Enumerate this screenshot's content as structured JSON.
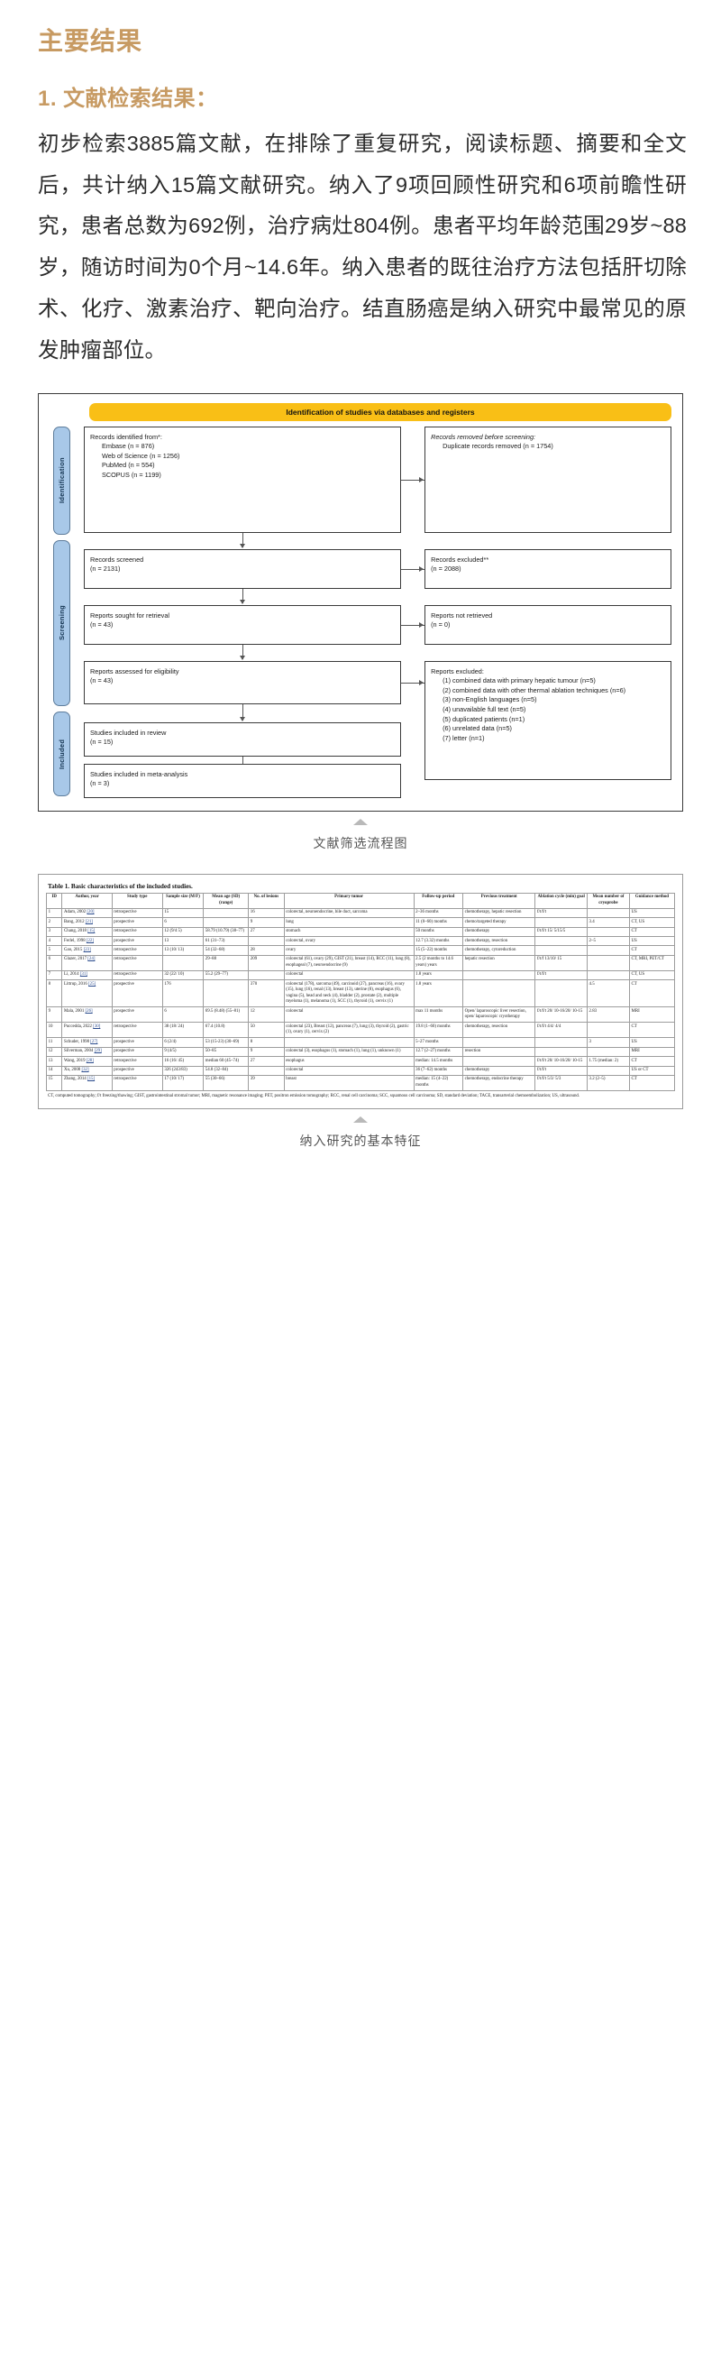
{
  "headings": {
    "main": "主要结果",
    "section1": "1. 文献检索结果："
  },
  "paragraphs": {
    "p1": "初步检索3885篇文献，在排除了重复研究，阅读标题、摘要和全文后，共计纳入15篇文献研究。纳入了9项回顾性研究和6项前瞻性研究，患者总数为692例，治疗病灶804例。患者平均年龄范围29岁~88岁，随访时间为0个月~14.6年。纳入患者的既往治疗方法包括肝切除术、化疗、激素治疗、靶向治疗。结直肠癌是纳入研究中最常见的原发肿瘤部位。"
  },
  "figures": {
    "prisma_caption": "文献筛选流程图",
    "table_caption": "纳入研究的基本特征"
  },
  "prisma": {
    "banner": "Identification of studies via databases and registers",
    "side_labels": {
      "identification": "Identification",
      "screening": "Screening",
      "included": "Included"
    },
    "boxes": {
      "records_identified": {
        "title": "Records identified from*:",
        "items": [
          "Embase (n = 876)",
          "Web of Science (n = 1256)",
          "PubMed (n = 554)",
          "SCOPUS (n = 1199)"
        ]
      },
      "records_removed": {
        "title": "Records removed before screening:",
        "items": [
          "Duplicate records removed (n = 1754)"
        ]
      },
      "records_screened": {
        "title": "Records screened",
        "n": "(n = 2131)"
      },
      "records_excluded": {
        "title": "Records excluded**",
        "n": "(n = 2088)"
      },
      "reports_sought": {
        "title": "Reports sought for retrieval",
        "n": "(n = 43)"
      },
      "reports_not_retrieved": {
        "title": "Reports not retrieved",
        "n": "(n = 0)"
      },
      "reports_assessed": {
        "title": "Reports assessed for eligibility",
        "n": "(n = 43)"
      },
      "reports_excluded": {
        "title": "Reports excluded:",
        "items": [
          "(1) combined data with primary hepatic tumour (n=5)",
          "(2) combined data with other thermal ablation techniques (n=6)",
          "(3) non-English languages (n=5)",
          "(4) unavailable full text (n=5)",
          "(5) duplicated patients (n=1)",
          "(6) unrelated data (n=5)",
          "(7) letter (n=1)"
        ]
      },
      "studies_included_review": {
        "title": "Studies included in review",
        "n": "(n = 15)"
      },
      "studies_included_meta": {
        "title": "Studies included in meta-analysis",
        "n": "(n = 3)"
      }
    }
  },
  "table": {
    "title": "Table 1. Basic characteristics of the included studies.",
    "columns": [
      "ID",
      "Author, year",
      "Study type",
      "Sample size (M/F)",
      "Mean age (SD) (range)",
      "No. of lesions",
      "Primary tumor",
      "Follow-up period",
      "Previous treatment",
      "Ablation cycle (min) goal",
      "Mean number of cryoprobe",
      "Guidance method"
    ],
    "rows": [
      [
        "1",
        "Adam, 2002 [20]",
        "retrospective",
        "15",
        "",
        "16",
        "colorectal, neuroendocrine, bile duct, sarcoma",
        "2–36 months",
        "chemotherapy, hepatic resection",
        "f/t/f/t",
        "",
        "US"
      ],
      [
        "2",
        "Bang, 2012 [21]",
        "prospective",
        "6",
        "",
        "9",
        "lung",
        "11 (0–60) months",
        "chemo/targeted therapy",
        "",
        "3.4",
        "CT, US"
      ],
      [
        "3",
        "Chang, 2018 [15]",
        "retrospective",
        "12 (9/4 5)",
        "58.79 (10.79) (38–77)",
        "27",
        "stomach",
        "50 months",
        "chemotherapy",
        "f/t/f/t 15/ 5/15/5",
        "",
        "CT"
      ],
      [
        "4",
        "Ferlel, 1998 [22]",
        "prospective",
        "13",
        "61 (31–73)",
        "",
        "colorectal, ovary",
        "12.7 (3.32) months",
        "chemotherapy, resection",
        "",
        "2–5",
        "US"
      ],
      [
        "5",
        "Gao, 2015 [23]",
        "retrospective",
        "13 (10/ 13)",
        "54 (32–68)",
        "28",
        "ovary",
        "15 (5–22) months",
        "chemotherapy, cytoreduction",
        "",
        "",
        "CT"
      ],
      [
        "6",
        "Glazer, 2017 [24]",
        "retrospective",
        "",
        "29–88",
        "209",
        "colorectal (61), ovary (29), GIST (21), breast (14), RCC (11), lung (8), esophageal (7), neuroendocrine (9)",
        "2.5 (2 months to 14.6 years) years",
        "hepatic resection",
        "f/t/f 13/10/ 15",
        "",
        "CT, MRI, PET/CT"
      ],
      [
        "7",
        "Li, 2014 [31]",
        "retrospective",
        "32 (22/ 10)",
        "55.2 (29–77)",
        "",
        "colorectal",
        "1.8 years",
        "",
        "f/t/f/t",
        "",
        "CT, US"
      ],
      [
        "8",
        "Littrup, 2016 [25]",
        "prospective",
        "176",
        "",
        "370",
        "colorectal (178), sarcoma (49), carcinoid (27), pancreas (16), ovary (15), lung (16), renal (13), breast (13), uterine (8), esophagus (6), vagina (5), head and neck (4), bladder (2), prostate (2), multiple myeloma (1), melanoma (1), SCC (1), thyroid (1), cervix (1)",
        "1.8 years",
        "",
        "",
        "4.5",
        "CT"
      ],
      [
        "9",
        "Mala, 2001 [26]",
        "prospective",
        "6",
        "69.5 (8.48) (55–81)",
        "12",
        "colorectal",
        "max 11 months",
        "Open/ laparoscopic liver resection, open/ laparoscopic cryotherapy",
        "f/t/f/t 20/ 10-16/20/ 10-15",
        "2.83",
        "MRI"
      ],
      [
        "10",
        "Puccedda, 2022 [30]",
        "retrospective",
        "38 (18/ 24)",
        "67.4 (10.8)",
        "50",
        "colorectal (23), Breast (12), pancreas (7), lung (3), thyroid (2), gastric (1), ovary (1), cervix (2)",
        "19.8 (1–60) months",
        "chemotherapy, resection",
        "f/t/f/t 4/4/ 4/4",
        "",
        "CT"
      ],
      [
        "11",
        "Schuder, 1998 [27]",
        "prospective",
        "6 (2/4)",
        "53 (15-23) (30–69)",
        "8",
        "",
        "5–27 months",
        "",
        "",
        "3",
        "US"
      ],
      [
        "12",
        "Silverman, 2004 [29]",
        "prospective",
        "9 (4/5)",
        "50–85",
        "9",
        "colorectal (3), esophagus (1), stomach (1), lung (1), unknown (1)",
        "12.7 (2–27) months",
        "resection",
        "",
        "",
        "MRI"
      ],
      [
        "13",
        "Wang, 2019 [28]",
        "retrospective",
        "16 (16/ 45)",
        "median 60 (45–74)",
        "27",
        "esophagus",
        "median: 14.5 months",
        "",
        "f/t/f/t 20/ 10-16/20/ 10-15",
        "1.75 (median: 2)",
        "CT"
      ],
      [
        "14",
        "Xu, 2008 [32]",
        "prospective",
        "326 (243/83)",
        "54.8 (32–84)",
        "",
        "colorectal",
        "36 (7–62) months",
        "chemotherapy",
        "f/t/f/t",
        "",
        "US or CT"
      ],
      [
        "15",
        "Zhang, 2014 [15]",
        "retrospective",
        "17 (10/ 17)",
        "55 (30–66)",
        "39",
        "breast",
        "median: 15 (4–22) months",
        "chemotherapy, endocrine therapy",
        "f/t/f/t 5/3/ 5/3",
        "3.2 (2–5)",
        "CT"
      ]
    ],
    "footnote": "CT, computed tomography; f/t freezing/thawing; GIST, gastrointestinal stromal tumor; MRI, magnetic resonance imaging; PET, positron emission tomography; RCC, renal cell carcinoma; SCC, squamous cell carcinoma; SD, standard deviation; TACE, transarterial chemoembolization; US, ultrasound."
  }
}
